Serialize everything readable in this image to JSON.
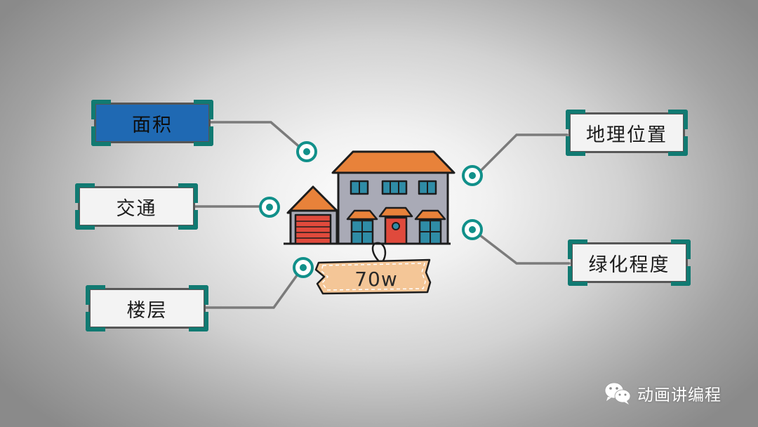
{
  "colors": {
    "accent_teal": "#117a72",
    "active_fill": "#1f69b3",
    "connector": "#7b7b7b",
    "tag_fill": "#f4c697",
    "roof": "#e8823a",
    "wall": "#a9aab6",
    "garage_door": "#e04a3c",
    "window": "#2f8ca6"
  },
  "nodes": [
    {
      "id": "area",
      "label": "面积",
      "active": true
    },
    {
      "id": "traffic",
      "label": "交通",
      "active": false
    },
    {
      "id": "floor",
      "label": "楼层",
      "active": false
    },
    {
      "id": "location",
      "label": "地理位置",
      "active": false
    },
    {
      "id": "greening",
      "label": "绿化程度",
      "active": false
    }
  ],
  "center": {
    "icon": "house-icon",
    "price_tag": "70w"
  },
  "watermark": {
    "icon": "wechat-icon",
    "text": "动画讲编程"
  }
}
